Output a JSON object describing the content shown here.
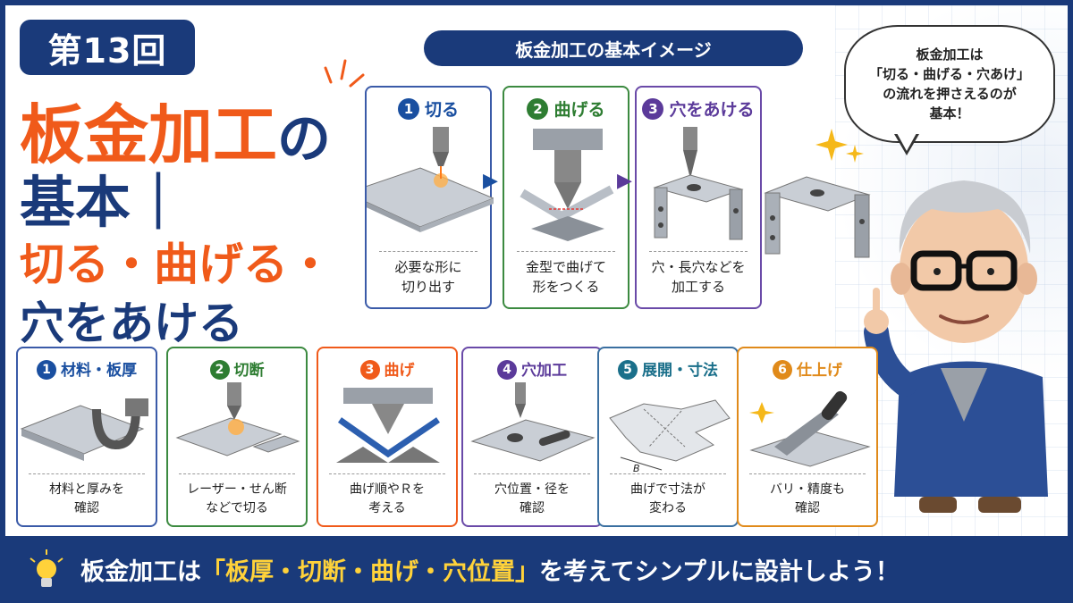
{
  "episode": "第13回",
  "title": {
    "line1": "板金加工",
    "line1_suffix": "の",
    "line2": "基本｜",
    "line3": "切る・曲げる・",
    "line4": "穴をあける"
  },
  "diagram_header": "板金加工の基本イメージ",
  "steps": [
    {
      "num": "1",
      "label": "切る",
      "caption1": "必要な形に",
      "caption2": "切り出す",
      "color": "#1a4fa0"
    },
    {
      "num": "2",
      "label": "曲げる",
      "caption1": "金型で曲げて",
      "caption2": "形をつくる",
      "color": "#2e7d32"
    },
    {
      "num": "3",
      "label": "穴をあける",
      "caption1": "穴・長穴などを",
      "caption2": "加工する",
      "color": "#5b3a9a"
    }
  ],
  "bubble": {
    "line1": "板金加工は",
    "line2": "「切る・曲げる・穴あけ」",
    "line3": "の流れを押さえるのが",
    "line4": "基本！"
  },
  "cards": [
    {
      "num": "1",
      "label": "材料・板厚",
      "caption1": "材料と厚みを",
      "caption2": "確認",
      "color": "#1a4fa0"
    },
    {
      "num": "2",
      "label": "切断",
      "caption1": "レーザー・せん断",
      "caption2": "などで切る",
      "color": "#2e7d32"
    },
    {
      "num": "3",
      "label": "曲げ",
      "caption1": "曲げ順やＲを",
      "caption2": "考える",
      "color": "#f05a1a"
    },
    {
      "num": "4",
      "label": "穴加工",
      "caption1": "穴位置・径を",
      "caption2": "確認",
      "color": "#5b3a9a"
    },
    {
      "num": "5",
      "label": "展開・寸法",
      "caption1": "曲げで寸法が",
      "caption2": "変わる",
      "color": "#1a6f8a"
    },
    {
      "num": "6",
      "label": "仕上げ",
      "caption1": "バリ・精度も",
      "caption2": "確認",
      "color": "#e08a1a"
    }
  ],
  "dimension_label": "B",
  "footer": {
    "before": "板金加工は",
    "highlight": "「板厚・切断・曲げ・穴位置」",
    "after": "を考えてシンプルに設計しよう！"
  },
  "colors": {
    "navy": "#1a3a7a",
    "orange": "#f05a1a",
    "highlight": "#ffd23a"
  }
}
